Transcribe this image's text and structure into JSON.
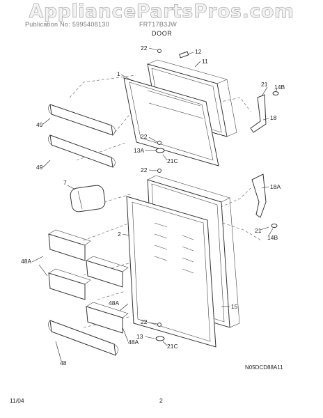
{
  "watermark": "AppliancePartsPros.com",
  "header": {
    "left": "Publication No: 5995408130",
    "right": "FRT17B3JW",
    "section": "DOOR"
  },
  "diagram_code": "N05DCD88A11",
  "footer": {
    "date": "11/04",
    "page": "2"
  },
  "callouts": [
    "22",
    "12",
    "11",
    "1",
    "21",
    "14B",
    "18",
    "49",
    "22",
    "13A",
    "21C",
    "49",
    "22",
    "7",
    "18A",
    "2",
    "21",
    "14B",
    "48A",
    "48A",
    "15",
    "48A",
    "22",
    "13",
    "21C",
    "48"
  ]
}
